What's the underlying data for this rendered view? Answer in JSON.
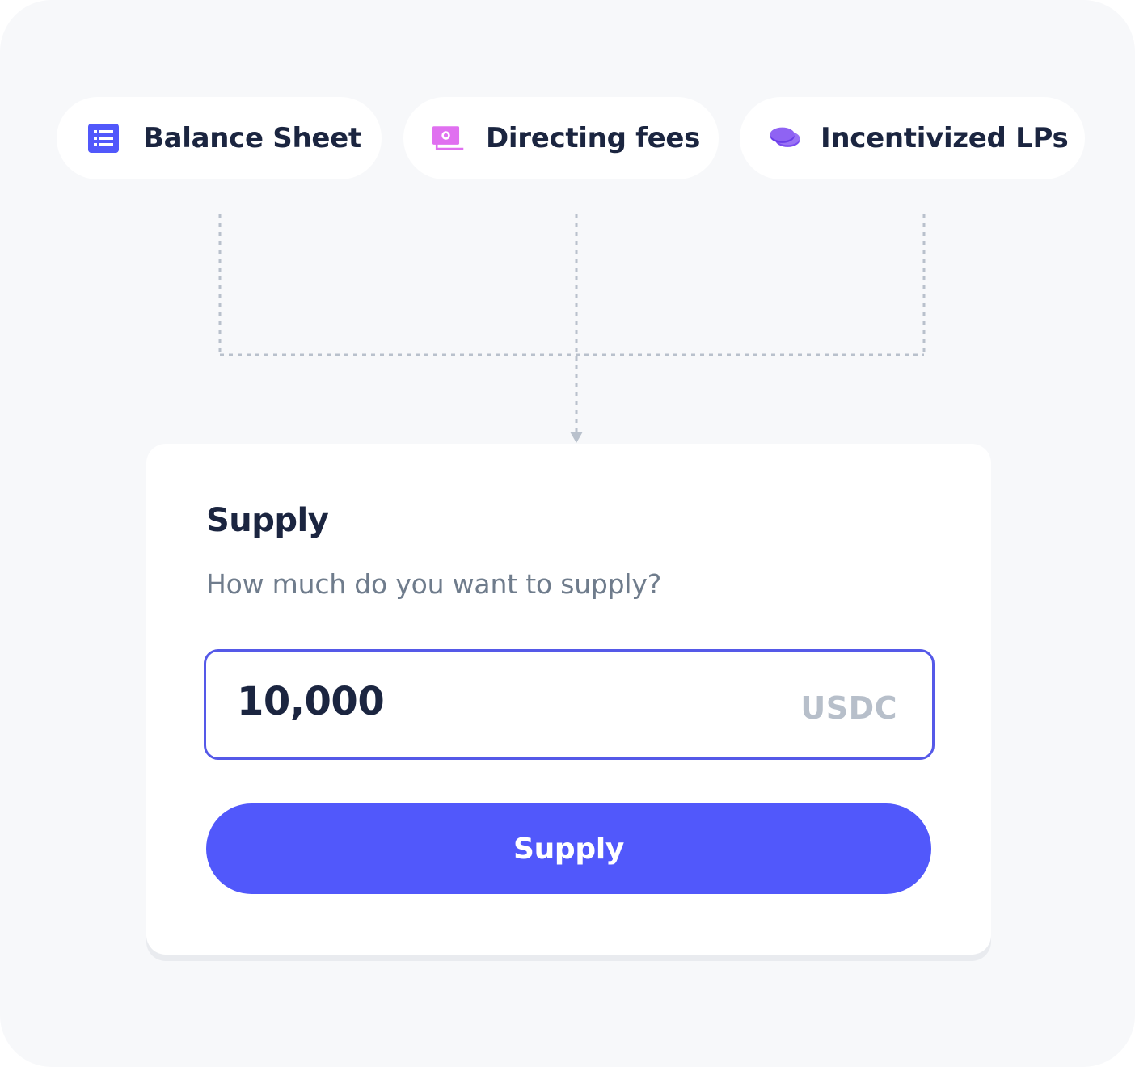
{
  "sources": [
    {
      "label": "Balance Sheet",
      "icon": "list-icon"
    },
    {
      "label": "Directing fees",
      "icon": "cash-icon"
    },
    {
      "label": "Incentivized LPs",
      "icon": "coins-icon"
    }
  ],
  "supply_card": {
    "title": "Supply",
    "subtitle": "How much do you want to supply?",
    "amount_value": "10,000",
    "amount_unit": "USDC",
    "button_label": "Supply"
  },
  "colors": {
    "accent": "#5158fb",
    "field_border": "#5559e8",
    "text_dark": "#1b2540",
    "text_muted": "#6f7c8c",
    "unit_text": "#b7bfca",
    "connector": "#b9c1cc",
    "background": "#f7f8fa",
    "icon_pink": "#e070f0",
    "icon_purple": "#7b4cf0"
  }
}
